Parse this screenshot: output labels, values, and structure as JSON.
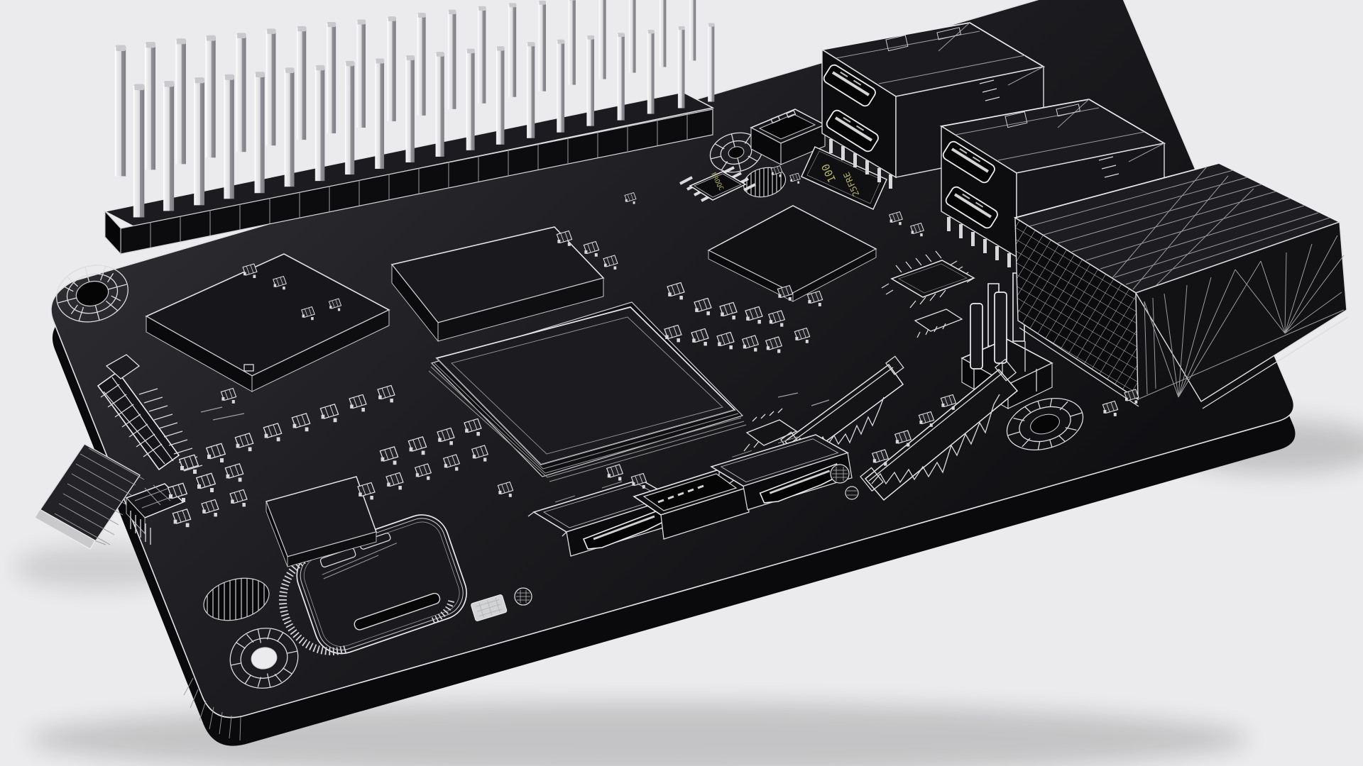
{
  "scene": {
    "subject_label": "wireframe-3d-render-single-board-computer",
    "background_color": "#ebebed",
    "board_top_color": "#1f1f23",
    "board_edge_color": "#0a0a0c",
    "wireframe_color": "#dcdcde",
    "metal_pin_color": "#e8e8e8",
    "chip_body_color": "#121215",
    "marking_text_color": "#b4b46a"
  },
  "markings": {
    "inductor_value": "100",
    "inductor_code": "25FRE",
    "flash_code": "FROQC"
  },
  "components": [
    "printed-circuit-board",
    "gpio-pin-header",
    "low-profile-io-connector",
    "via-ring",
    "slot-hole",
    "power-inductor",
    "spi-flash-chip",
    "memory-chip",
    "flat-ic-chip",
    "soc-heat-spreader",
    "square-ic-chip",
    "qfn-chip",
    "four-pin-header",
    "fpc-connector-small",
    "fpc-connector-large",
    "mounting-hole",
    "usb-double-stack-port-1",
    "usb-double-stack-port-2",
    "ethernet-jack",
    "micro-hdmi-port-1",
    "auxiliary-connector",
    "micro-hdmi-port-2",
    "usb-c-port",
    "pmic-chip",
    "soic-chip",
    "display-flex-connector",
    "flex-ribbon-cable",
    "side-connector",
    "smd-component",
    "test-pad",
    "copper-trace"
  ]
}
